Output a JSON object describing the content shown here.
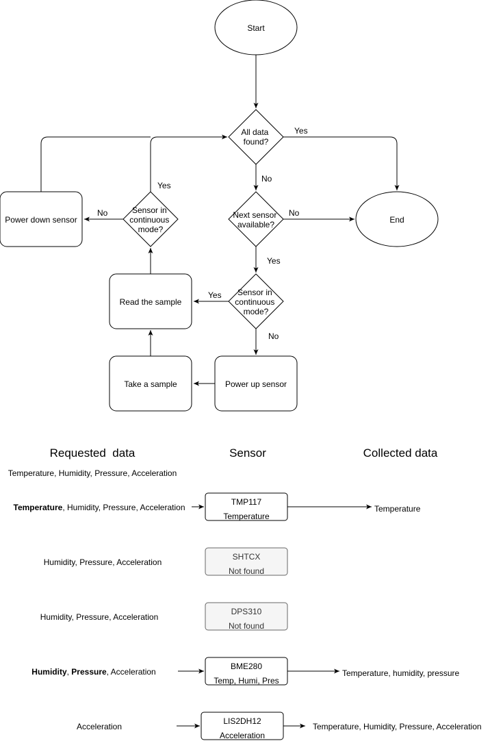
{
  "flowchart": {
    "start": "Start",
    "end": "End",
    "all_data_found": [
      "All data",
      "found?"
    ],
    "next_sensor": [
      "Next sensor",
      "available?"
    ],
    "continuous_right": [
      "Sensor in",
      "continuous",
      "mode?"
    ],
    "continuous_left": [
      "Sensor in",
      "continuous",
      "mode?"
    ],
    "power_down": "Power down sensor",
    "read_sample": "Read the sample",
    "take_sample": "Take a sample",
    "power_up": "Power up sensor",
    "edge_labels": {
      "all_yes": "Yes",
      "all_no": "No",
      "next_no": "No",
      "next_yes": "Yes",
      "cont_right_yes": "Yes",
      "cont_right_no": "No",
      "cont_left_yes": "Yes",
      "cont_left_no": "No"
    }
  },
  "table": {
    "headers": {
      "requested": "Requested  data",
      "sensor": "Sensor",
      "collected": "Collected data"
    },
    "initial_request": "Temperature, Humidity, Pressure, Acceleration",
    "rows": [
      {
        "request_bold": "Temperature",
        "request_rest": ", Humidity, Pressure, Acceleration",
        "sensor_name": "TMP117",
        "sensor_sub": "Temperature",
        "collected": "Temperature"
      },
      {
        "request": "Humidity, Pressure, Acceleration",
        "sensor_name": "SHTCX",
        "sensor_sub": "Not found"
      },
      {
        "request": "Humidity, Pressure, Acceleration",
        "sensor_name": "DPS310",
        "sensor_sub": "Not found"
      },
      {
        "request_bold1": "Humidity",
        "request_sep": ", ",
        "request_bold2": "Pressure",
        "request_rest": ", Acceleration",
        "sensor_name": "BME280",
        "sensor_sub": "Temp, Humi, Pres",
        "collected": "Temperature, humidity, pressure"
      },
      {
        "request": "Acceleration",
        "sensor_name": "LIS2DH12",
        "sensor_sub": "Acceleration",
        "collected": "Temperature, Humidity, Pressure, Acceleration"
      }
    ]
  },
  "colors": {
    "stroke": "#000000",
    "not_found_fill": "#f5f5f5",
    "not_found_stroke": "#666666",
    "not_found_text": "#333333"
  }
}
